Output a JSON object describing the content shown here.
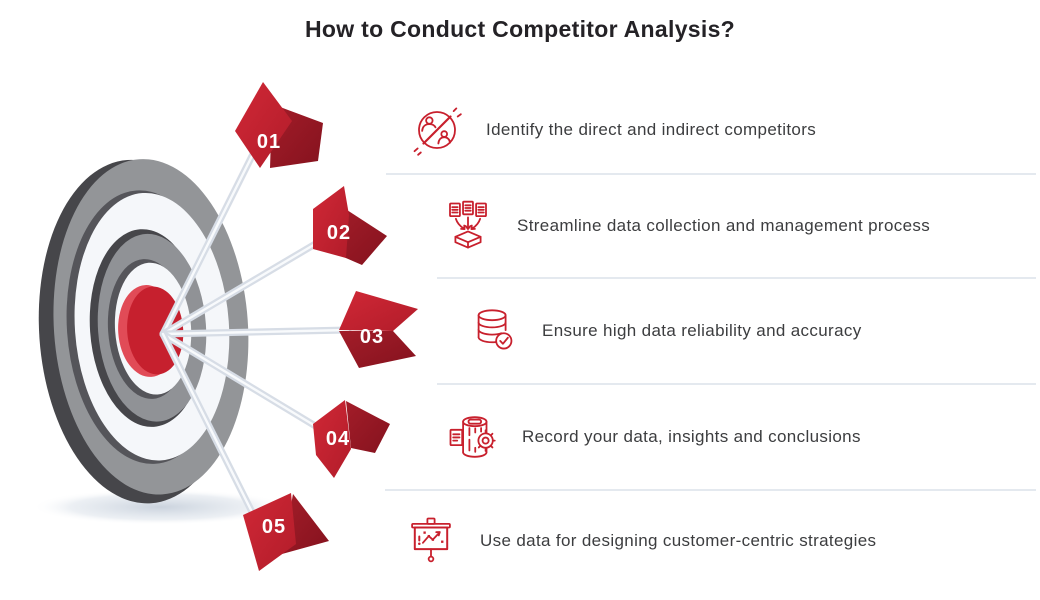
{
  "title": "How to Conduct Competitor Analysis?",
  "steps": [
    {
      "number": "01",
      "label": "Identify the direct and indirect competitors",
      "icon": "competitors-icon"
    },
    {
      "number": "02",
      "label": "Streamline data collection and management process",
      "icon": "data-collection-icon"
    },
    {
      "number": "03",
      "label": "Ensure high data reliability and accuracy",
      "icon": "database-check-icon"
    },
    {
      "number": "04",
      "label": "Record your data, insights and conclusions",
      "icon": "record-data-icon"
    },
    {
      "number": "05",
      "label": "Use data for designing customer-centric strategies",
      "icon": "presentation-chart-icon"
    }
  ],
  "illustration": {
    "name": "dartboard-with-numbered-arrows",
    "marker_count": 5
  },
  "colors": {
    "accent_red": "#c6202e",
    "dark_red": "#8f1420",
    "icon_red": "#c8202d",
    "title_text": "#242226",
    "body_text": "#3c3d3f",
    "divider": "#e4e9ef",
    "target_gray": "#939598",
    "target_dark": "#46464a"
  }
}
